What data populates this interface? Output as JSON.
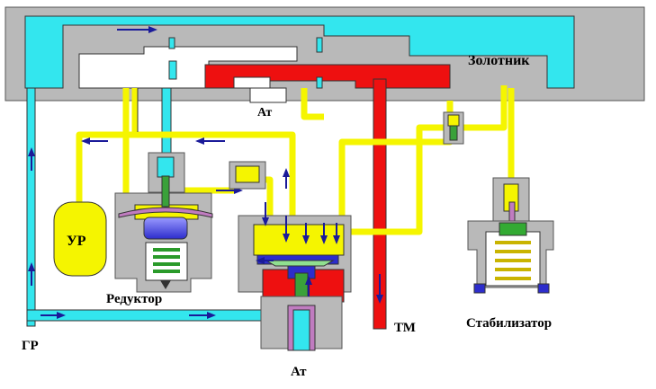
{
  "labels": {
    "spool": "Золотник",
    "atm_top": "Ат",
    "reservoir": "УР",
    "reducer": "Редуктор",
    "main_pipe": "ГР",
    "atm_bottom": "Ат",
    "brake_line": "ТМ",
    "stabilizer": "Стабилизатор"
  },
  "colors": {
    "main_reservoir_air": "#33e6ee",
    "equalizing_air": "#f5f500",
    "brake_line_air": "#ee1010",
    "body": "#b9b9b9",
    "flow_arrow": "#1a1a99"
  }
}
